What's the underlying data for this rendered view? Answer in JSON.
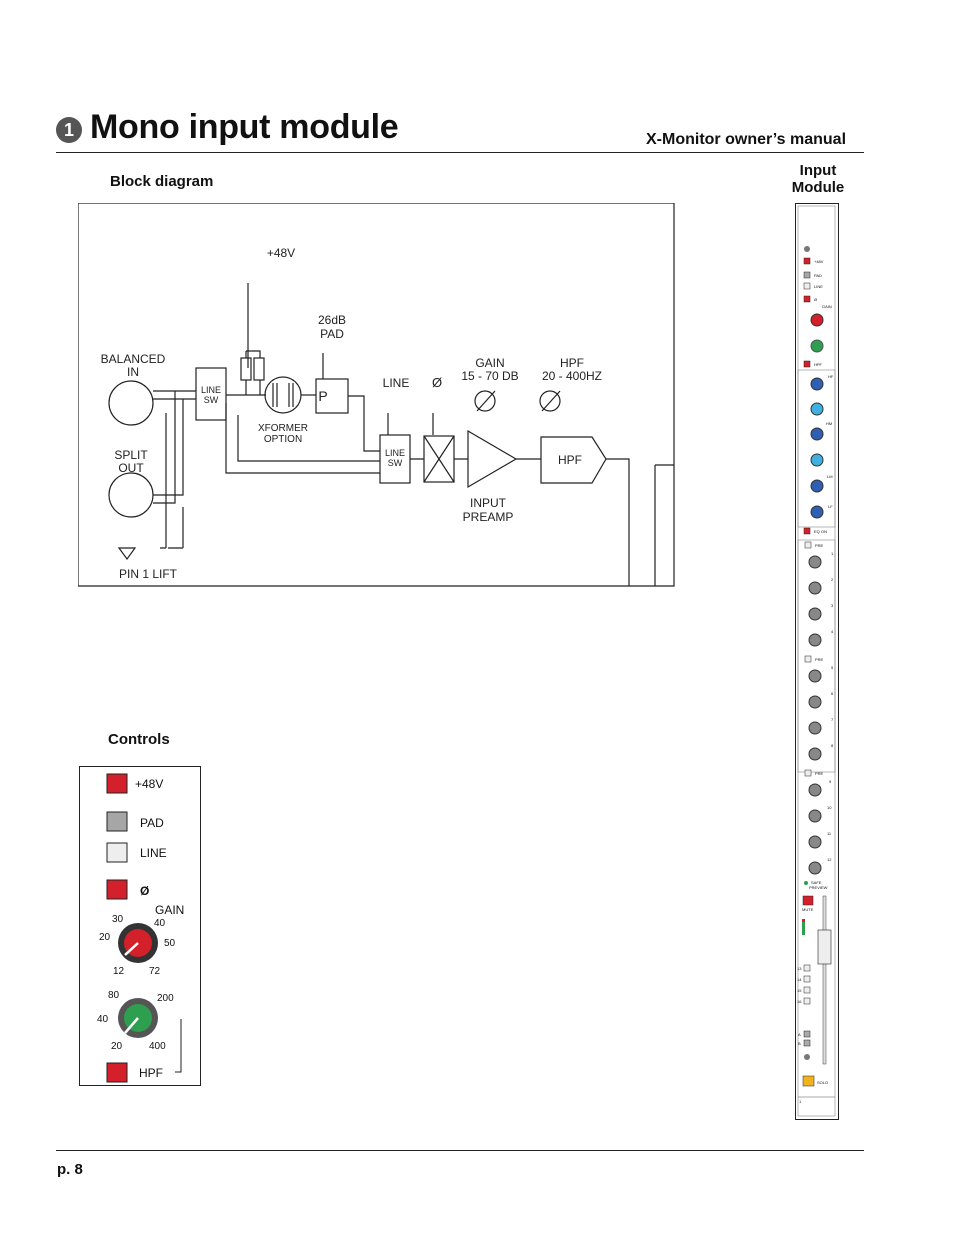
{
  "header": {
    "section_number": "1",
    "title": "Mono input module",
    "manual": "X-Monitor owner’s manual"
  },
  "sections": {
    "block_diagram": "Block diagram",
    "controls": "Controls",
    "input_module_line1": "Input",
    "input_module_line2": "Module"
  },
  "diagram": {
    "phantom": "+48V",
    "pad_line1": "26dB",
    "pad_line2": "PAD",
    "pad_box": "P",
    "balanced_line1": "BALANCED",
    "balanced_line2": "IN",
    "split_line1": "SPLIT",
    "split_line2": "OUT",
    "pin1": "PIN 1 LIFT",
    "linesw1_line1": "LINE",
    "linesw1_line2": "SW",
    "xformer_line1": "XFORMER",
    "xformer_line2": "OPTION",
    "line_label": "LINE",
    "phase_label": "Ø",
    "linesw2_line1": "LINE",
    "linesw2_line2": "SW",
    "gain_line1": "GAIN",
    "gain_line2": "15 - 70 DB",
    "hpf_line1": "HPF",
    "hpf_line2": "20 - 400HZ",
    "hpf_box": "HPF",
    "preamp_line1": "INPUT",
    "preamp_line2": "PREAMP"
  },
  "controls": {
    "phantom": "+48V",
    "pad": "PAD",
    "line": "LINE",
    "phase": "Ø",
    "gain": "GAIN",
    "gain_scale": [
      "30",
      "40",
      "20",
      "50",
      "12",
      "72"
    ],
    "hpf_scale": [
      "80",
      "200",
      "40",
      "20",
      "400"
    ],
    "hpf": "HPF",
    "colors": {
      "red": "#d4202a",
      "green": "#2e9e4f",
      "gray": "#a6a6a6",
      "light": "#eeeeee"
    }
  },
  "strip": {
    "phantom": "+48V",
    "pad": "PAD",
    "line": "LINE",
    "phase": "Ø",
    "gain": "GAIN",
    "hpf": "HPF",
    "eq_hf": "HF",
    "eq_hm": "HM",
    "eq_lm": "LM",
    "eq_lf": "LF",
    "eq_on": "EQ ON",
    "pre": "PRE",
    "aux_numbers": [
      "1",
      "2",
      "3",
      "4",
      "5",
      "6",
      "7",
      "8",
      "9",
      "10",
      "11",
      "12"
    ],
    "safe": "SAFE",
    "preview": "PREVIEW",
    "mute": "MUTE",
    "groups": [
      "13",
      "14",
      "15",
      "16"
    ],
    "ab": [
      "A",
      "B"
    ],
    "solo": "SOLO",
    "channel": "1",
    "colors": {
      "red": "#d4202a",
      "green": "#2e9e4f",
      "blue": "#2f5fb3",
      "cyan": "#3fb0e0",
      "yellow": "#f2b21b"
    }
  },
  "footer": {
    "page": "p. 8"
  }
}
